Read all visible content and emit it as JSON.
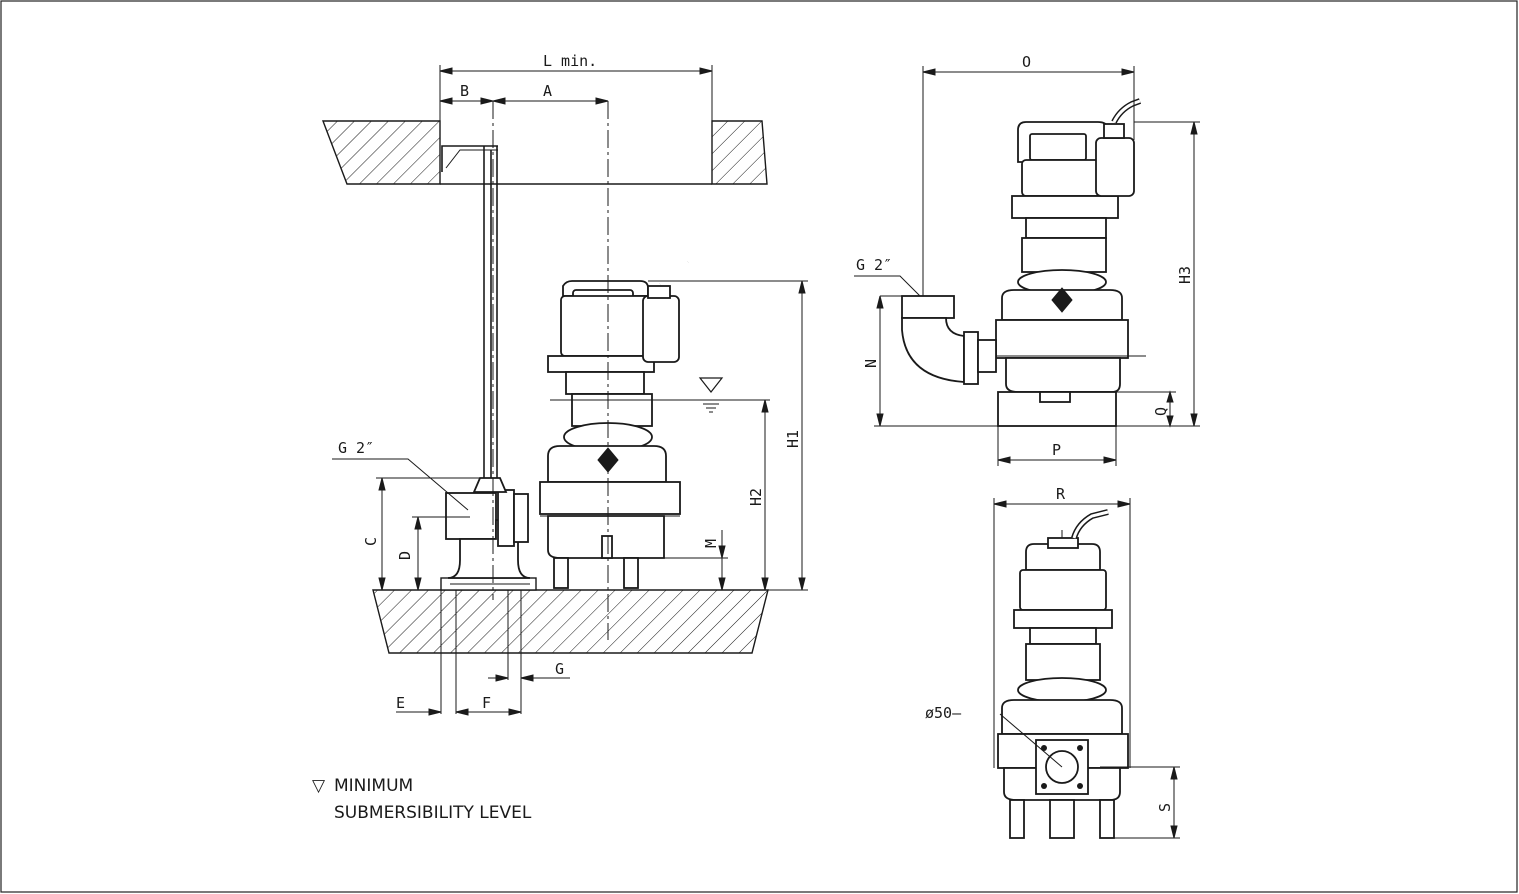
{
  "labels": {
    "l_min": "L min.",
    "a": "A",
    "b": "B",
    "c": "C",
    "d": "D",
    "e": "E",
    "f": "F",
    "g": "G",
    "g2_side": "G 2″",
    "h1": "H1",
    "h2": "H2",
    "m": "M",
    "o": "O",
    "g2_front": "G 2″",
    "h3": "H3",
    "n": "N",
    "q": "Q",
    "p": "P",
    "r": "R",
    "phi50": "ø50—",
    "s": "S"
  },
  "legend": {
    "symbol": "▽",
    "line1": "MINIMUM",
    "line2": "SUBMERSIBILITY LEVEL"
  }
}
